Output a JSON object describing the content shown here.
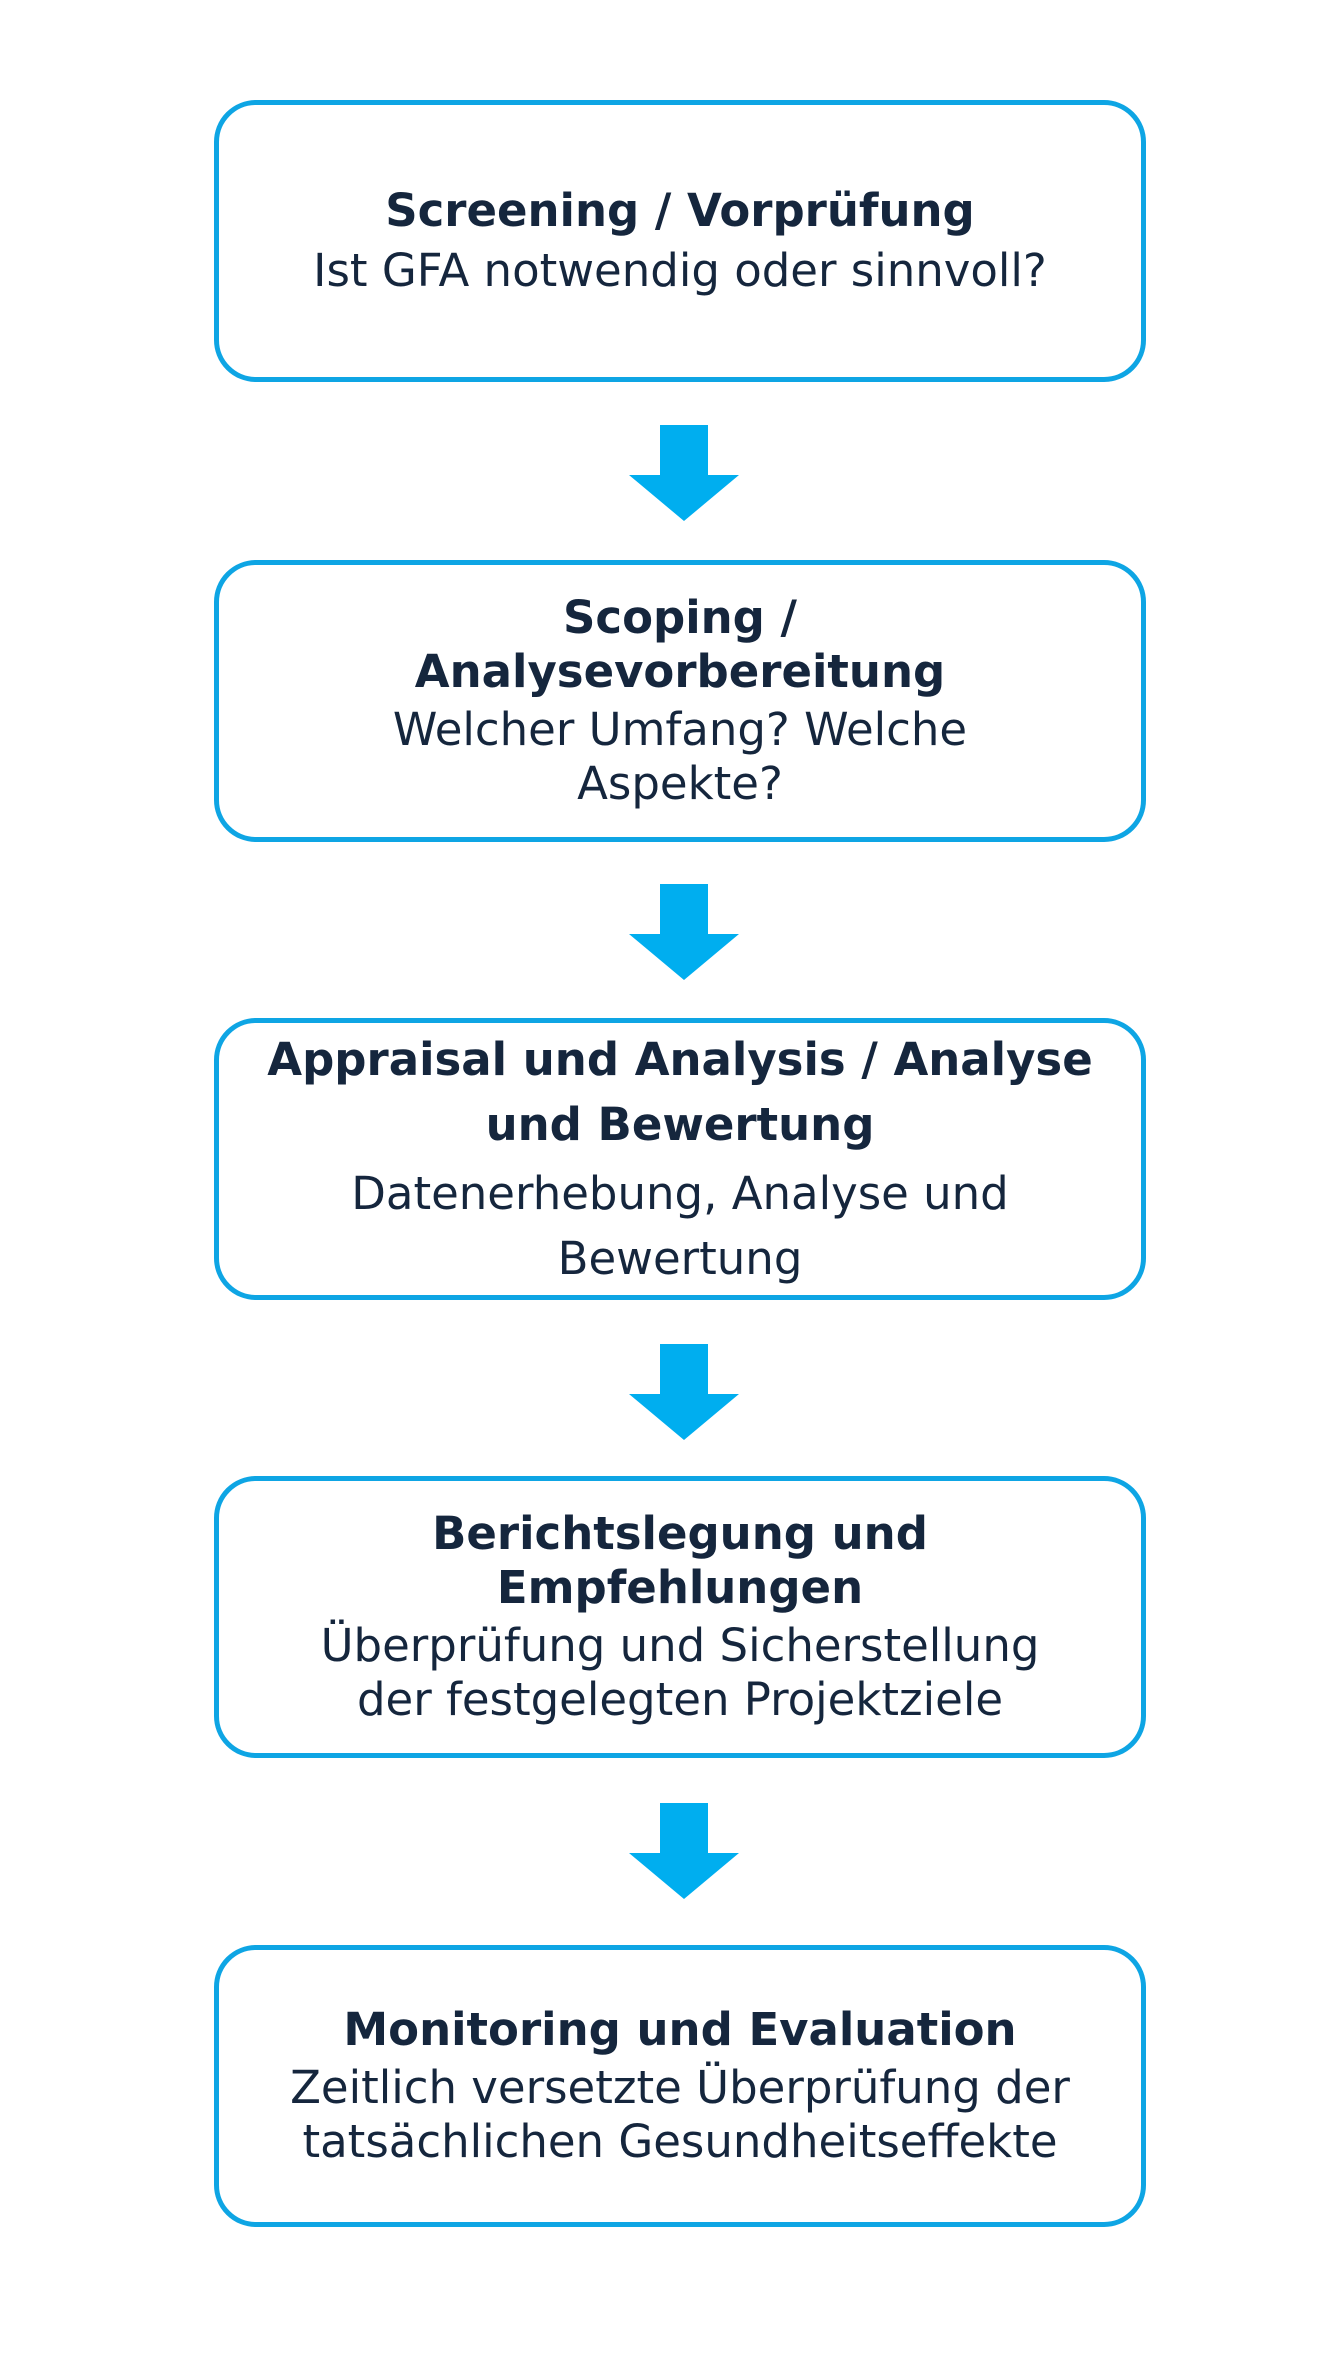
{
  "steps": [
    {
      "title": "Screening / Vorprüfung",
      "description": "Ist GFA notwendig oder sinnvoll?"
    },
    {
      "title": "Scoping / Analysevorbereitung",
      "description": "Welcher Umfang? Welche Aspekte?"
    },
    {
      "title": "Appraisal und Analysis / Analyse und Bewertung",
      "description": "Datenerhebung, Analyse und Bewertung"
    },
    {
      "title": "Berichtslegung und Empfehlungen",
      "description": "Überprüfung und Sicherstellung der festgelegten Projektziele"
    },
    {
      "title": "Monitoring und Evaluation",
      "description": "Zeitlich versetzte Überprüfung der tatsächlichen Gesundheitseffekte"
    }
  ],
  "colors": {
    "border": "#0ea5e4",
    "arrow": "#00aeef",
    "text": "#15263d"
  },
  "icons": [
    "arrow-down-icon"
  ]
}
